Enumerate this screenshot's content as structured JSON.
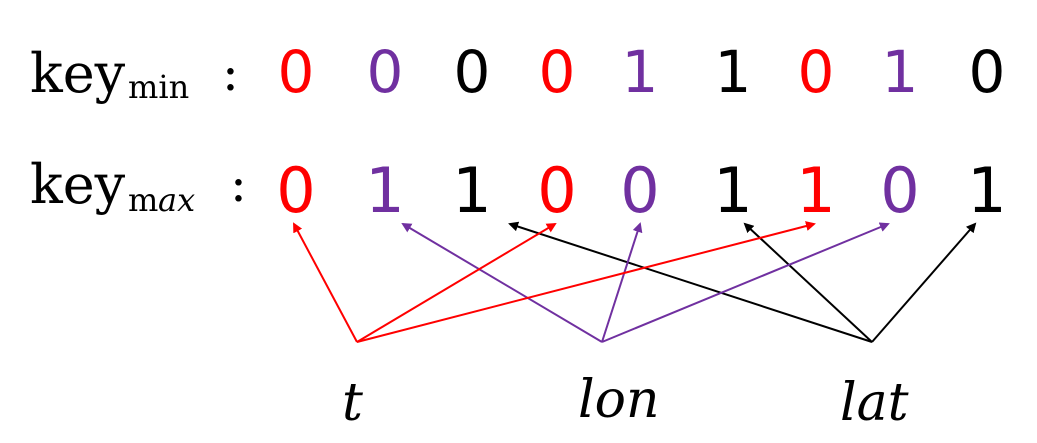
{
  "colors": {
    "t": "#ff0000",
    "lon": "#7030a0",
    "lat": "#000000"
  },
  "rows": [
    {
      "id": "min",
      "label_main": "key",
      "label_sub": "min",
      "separator": ":",
      "bits": [
        {
          "value": "0",
          "dim": "t"
        },
        {
          "value": "0",
          "dim": "lon"
        },
        {
          "value": "0",
          "dim": "lat"
        },
        {
          "value": "0",
          "dim": "t"
        },
        {
          "value": "1",
          "dim": "lon"
        },
        {
          "value": "1",
          "dim": "lat"
        },
        {
          "value": "0",
          "dim": "t"
        },
        {
          "value": "1",
          "dim": "lon"
        },
        {
          "value": "0",
          "dim": "lat"
        }
      ]
    },
    {
      "id": "max",
      "label_main": "key",
      "label_sub_upright": "m",
      "label_sub_italic": "ax",
      "separator": ":",
      "bits": [
        {
          "value": "0",
          "dim": "t"
        },
        {
          "value": "1",
          "dim": "lon"
        },
        {
          "value": "1",
          "dim": "lat"
        },
        {
          "value": "0",
          "dim": "t"
        },
        {
          "value": "0",
          "dim": "lon"
        },
        {
          "value": "1",
          "dim": "lat"
        },
        {
          "value": "1",
          "dim": "t"
        },
        {
          "value": "0",
          "dim": "lon"
        },
        {
          "value": "1",
          "dim": "lat"
        }
      ]
    }
  ],
  "dimensions": [
    {
      "id": "t",
      "label": "t"
    },
    {
      "id": "lon",
      "label": "lon"
    },
    {
      "id": "lat",
      "label": "lat"
    }
  ]
}
